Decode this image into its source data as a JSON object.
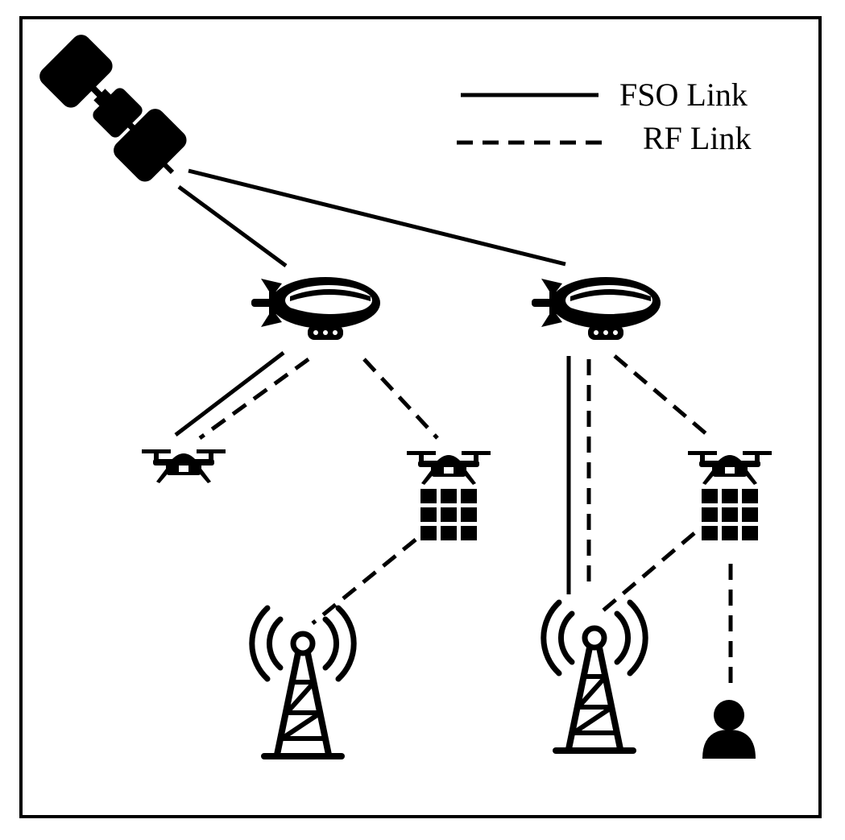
{
  "legend": {
    "fso_label": "FSO Link",
    "rf_label": "RF Link"
  },
  "colors": {
    "ink": "#000000",
    "background": "#ffffff"
  },
  "nodes": [
    {
      "name": "satellite",
      "icon": "satellite-icon"
    },
    {
      "name": "airship-left",
      "icon": "airship-icon"
    },
    {
      "name": "airship-right",
      "icon": "airship-icon"
    },
    {
      "name": "drone-left",
      "icon": "drone-icon"
    },
    {
      "name": "drone-mid",
      "icon": "drone-with-panel-icon"
    },
    {
      "name": "drone-right",
      "icon": "drone-with-panel-icon"
    },
    {
      "name": "tower-left",
      "icon": "cell-tower-icon"
    },
    {
      "name": "tower-right",
      "icon": "cell-tower-icon"
    },
    {
      "name": "user",
      "icon": "user-icon"
    }
  ],
  "links": [
    {
      "from": "satellite",
      "to": "airship-left",
      "type": "FSO"
    },
    {
      "from": "satellite",
      "to": "airship-right",
      "type": "FSO"
    },
    {
      "from": "airship-left",
      "to": "drone-left",
      "type": "FSO"
    },
    {
      "from": "airship-left",
      "to": "drone-left",
      "type": "RF"
    },
    {
      "from": "airship-left",
      "to": "drone-mid",
      "type": "RF"
    },
    {
      "from": "airship-right",
      "to": "tower-right",
      "type": "FSO"
    },
    {
      "from": "airship-right",
      "to": "tower-right",
      "type": "RF"
    },
    {
      "from": "airship-right",
      "to": "drone-right",
      "type": "RF"
    },
    {
      "from": "drone-mid",
      "to": "tower-left",
      "type": "RF"
    },
    {
      "from": "drone-right",
      "to": "tower-right",
      "type": "RF"
    },
    {
      "from": "drone-right",
      "to": "user",
      "type": "RF"
    }
  ]
}
